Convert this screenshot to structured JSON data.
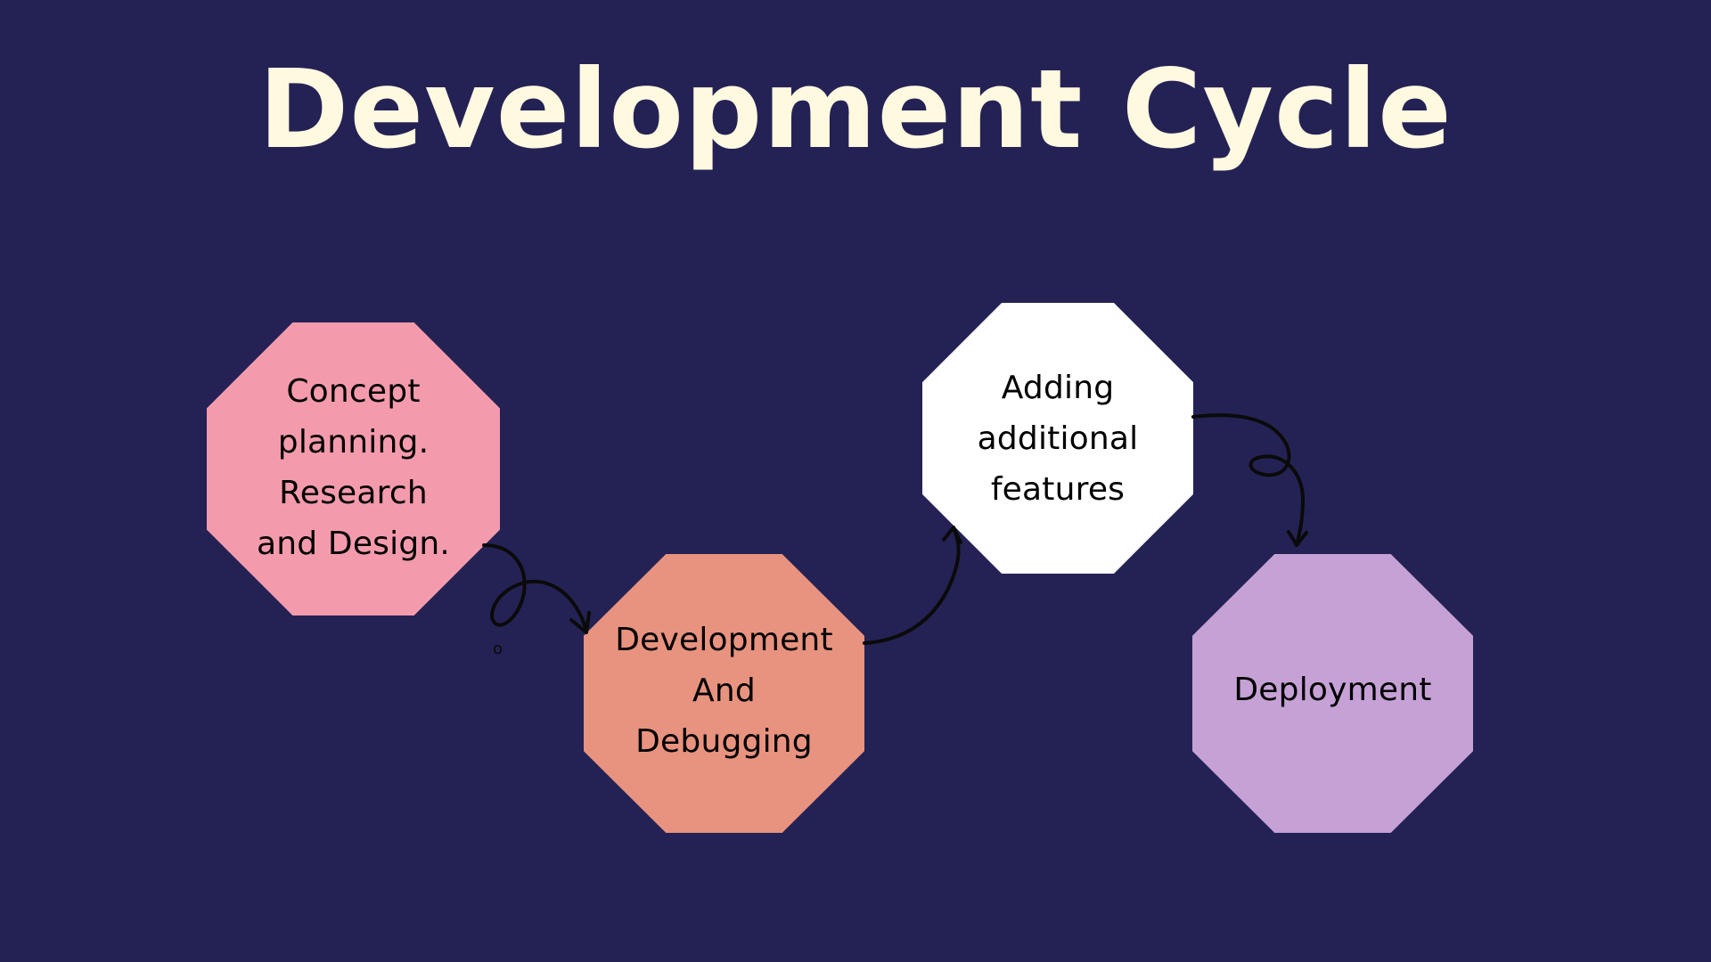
{
  "title": "Development Cycle",
  "colors": {
    "background": "#242254",
    "title": "#FFF9E0",
    "step_concept": "#F39BAC",
    "step_development": "#E8937F",
    "step_adding": "#FFFFFF",
    "step_deployment": "#C6A1D6"
  },
  "steps": [
    {
      "label": "Concept\nplanning.\nResearch\nand Design."
    },
    {
      "label": "Development\nAnd\nDebugging"
    },
    {
      "label": "Adding\nadditional\nfeatures"
    },
    {
      "label": "Deployment"
    }
  ],
  "stray_mark": "o"
}
